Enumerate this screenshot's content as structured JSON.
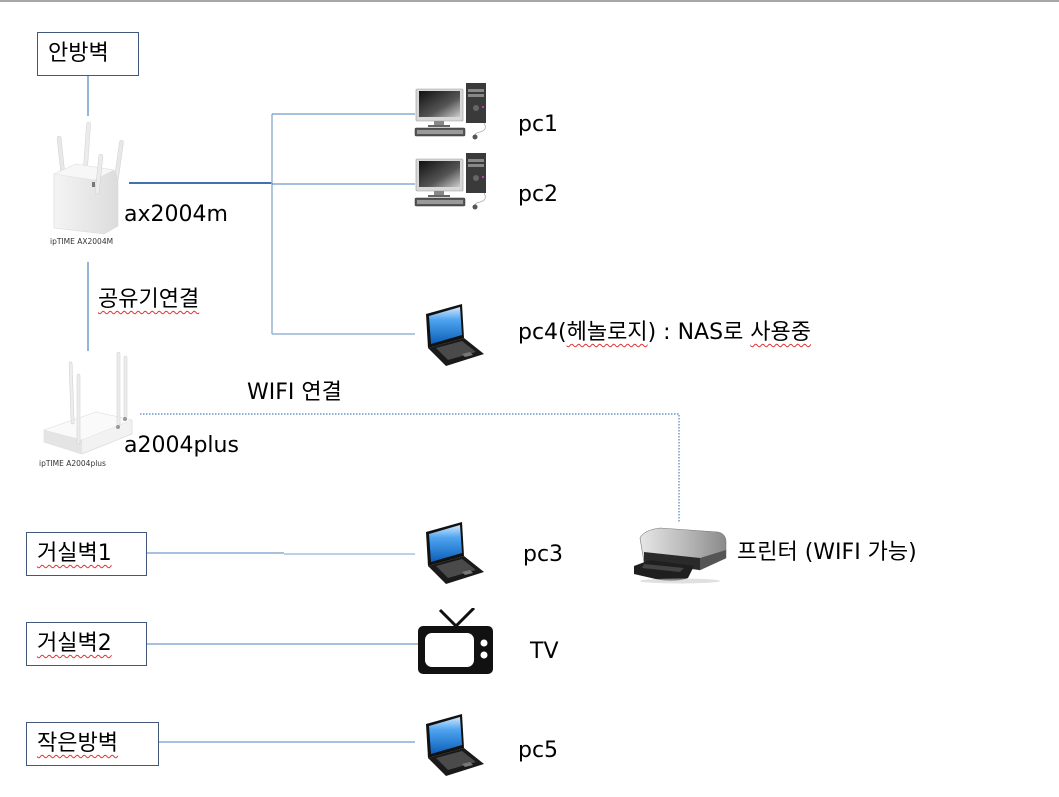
{
  "diagram": {
    "type": "home network diagram",
    "walls": [
      {
        "id": "anbang",
        "label": "안방벽"
      },
      {
        "id": "living1",
        "label": "거실벽1"
      },
      {
        "id": "living2",
        "label": "거실벽2"
      },
      {
        "id": "smallroom",
        "label": "작은방벽"
      }
    ],
    "routers": [
      {
        "id": "ax2004m",
        "label": "ax2004m",
        "caption": "ipTIME AX2004M"
      },
      {
        "id": "a2004plus",
        "label": "a2004plus",
        "caption": "ipTIME A2004plus"
      }
    ],
    "connections": {
      "router_link_label": "공유기연결",
      "wifi_link_label": "WIFI 연결"
    },
    "devices": [
      {
        "id": "pc1",
        "type": "desktop",
        "label": "pc1"
      },
      {
        "id": "pc2",
        "type": "desktop",
        "label": "pc2"
      },
      {
        "id": "pc4",
        "type": "laptop",
        "label_prefix": "pc4(",
        "label_squiggle": "헤놀로지",
        "label_mid": ") : NAS로 ",
        "label_squiggle2": "사용중"
      },
      {
        "id": "pc3",
        "type": "laptop",
        "label": "pc3"
      },
      {
        "id": "tv",
        "type": "tv",
        "label": "TV"
      },
      {
        "id": "pc5",
        "type": "laptop",
        "label": "pc5"
      },
      {
        "id": "printer",
        "type": "printer",
        "label": "프린터 (WIFI 가능)"
      }
    ],
    "colors": {
      "line": "#4f81bd",
      "line_light": "#95b3d7",
      "box_border": "#41587a",
      "spellcheck": "#e03030"
    }
  }
}
